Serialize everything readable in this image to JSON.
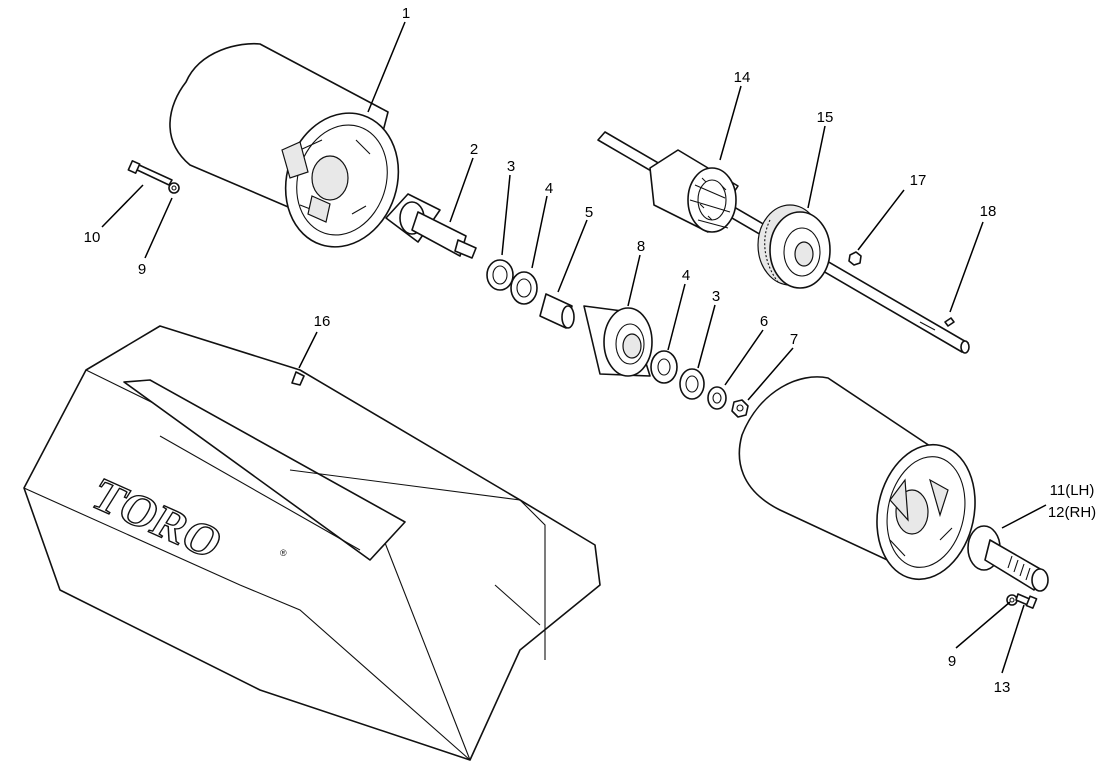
{
  "callouts": [
    {
      "id": "c1",
      "text": "1"
    },
    {
      "id": "c2",
      "text": "2"
    },
    {
      "id": "c3a",
      "text": "3"
    },
    {
      "id": "c4a",
      "text": "4"
    },
    {
      "id": "c5",
      "text": "5"
    },
    {
      "id": "c8",
      "text": "8"
    },
    {
      "id": "c4b",
      "text": "4"
    },
    {
      "id": "c3b",
      "text": "3"
    },
    {
      "id": "c6",
      "text": "6"
    },
    {
      "id": "c7",
      "text": "7"
    },
    {
      "id": "c10",
      "text": "10"
    },
    {
      "id": "c9a",
      "text": "9"
    },
    {
      "id": "c14",
      "text": "14"
    },
    {
      "id": "c15",
      "text": "15"
    },
    {
      "id": "c17",
      "text": "17"
    },
    {
      "id": "c18",
      "text": "18"
    },
    {
      "id": "c16",
      "text": "16"
    },
    {
      "id": "c11",
      "text": "11(LH)"
    },
    {
      "id": "c12",
      "text": "12(RH)"
    },
    {
      "id": "c9b",
      "text": "9"
    },
    {
      "id": "c13",
      "text": "13"
    }
  ],
  "brand": {
    "logo": "TORO",
    "registered_mark": "®"
  }
}
